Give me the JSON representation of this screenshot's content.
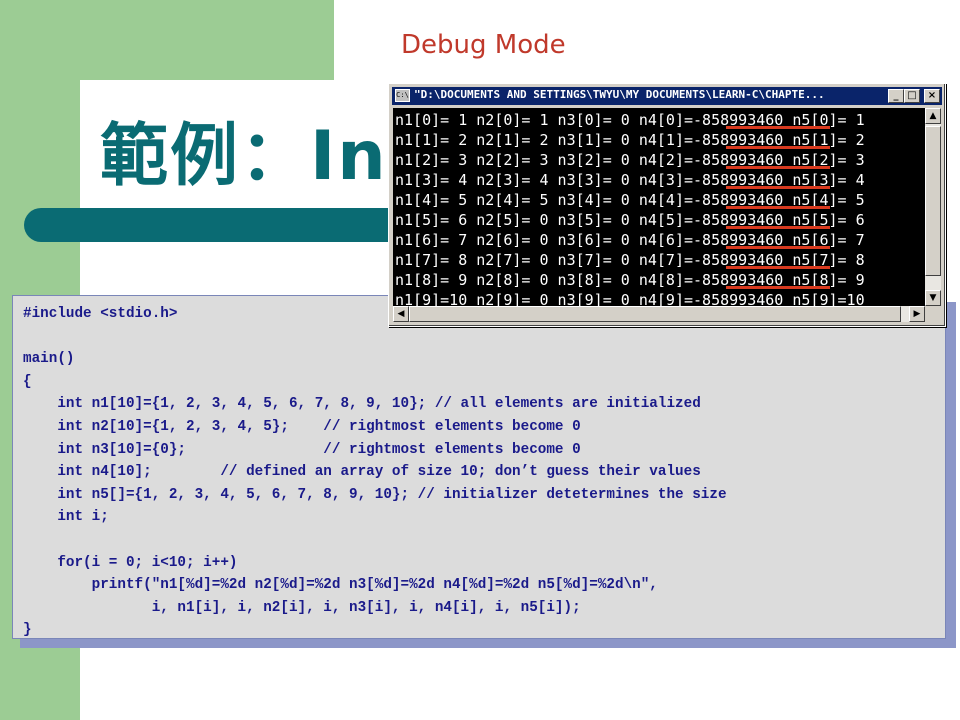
{
  "slide": {
    "title": "範例：Ini",
    "mode_label": "Debug Mode"
  },
  "console_window": {
    "title": "\"D:\\DOCUMENTS AND SETTINGS\\TWYU\\MY DOCUMENTS\\LEARN-C\\CHAPTE...",
    "icon_label": "C:\\",
    "minimize_glyph": "_",
    "maximize_glyph": "□",
    "close_glyph": "×",
    "scroll_up_glyph": "▲",
    "scroll_down_glyph": "▼",
    "scroll_left_glyph": "◀",
    "scroll_right_glyph": "▶",
    "output_lines": [
      "n1[0]= 1 n2[0]= 1 n3[0]= 0 n4[0]=-858993460 n5[0]= 1",
      "n1[1]= 2 n2[1]= 2 n3[1]= 0 n4[1]=-858993460 n5[1]= 2",
      "n1[2]= 3 n2[2]= 3 n3[2]= 0 n4[2]=-858993460 n5[2]= 3",
      "n1[3]= 4 n2[3]= 4 n3[3]= 0 n4[3]=-858993460 n5[3]= 4",
      "n1[4]= 5 n2[4]= 5 n3[4]= 0 n4[4]=-858993460 n5[4]= 5",
      "n1[5]= 6 n2[5]= 0 n3[5]= 0 n4[5]=-858993460 n5[5]= 6",
      "n1[6]= 7 n2[6]= 0 n3[6]= 0 n4[6]=-858993460 n5[6]= 7",
      "n1[7]= 8 n2[7]= 0 n3[7]= 0 n4[7]=-858993460 n5[7]= 8",
      "n1[8]= 9 n2[8]= 0 n3[8]= 0 n4[8]=-858993460 n5[8]= 9",
      "n1[9]=10 n2[9]= 0 n3[9]= 0 n4[9]=-858993460 n5[9]=10"
    ],
    "highlight_color": "#d83a1f"
  },
  "code": {
    "lines": [
      "#include <stdio.h>",
      "",
      "main()",
      "{",
      "    int n1[10]={1, 2, 3, 4, 5, 6, 7, 8, 9, 10}; // all elements are initialized",
      "    int n2[10]={1, 2, 3, 4, 5};    // rightmost elements become 0",
      "    int n3[10]={0};                // rightmost elements become 0",
      "    int n4[10];        // defined an array of size 10; don’t guess their values",
      "    int n5[]={1, 2, 3, 4, 5, 6, 7, 8, 9, 10}; // initializer detetermines the size",
      "    int i;",
      "",
      "    for(i = 0; i<10; i++)",
      "        printf(\"n1[%d]=%2d n2[%d]=%2d n3[%d]=%2d n4[%d]=%2d n5[%d]=%2d\\n\",",
      "               i, n1[i], i, n2[i], i, n3[i], i, n4[i], i, n5[i]);",
      "}"
    ]
  },
  "colors": {
    "accent_green": "#9ccc94",
    "accent_teal": "#0a6b73",
    "debug_label": "#c0392b",
    "code_text": "#1a1a8a"
  }
}
